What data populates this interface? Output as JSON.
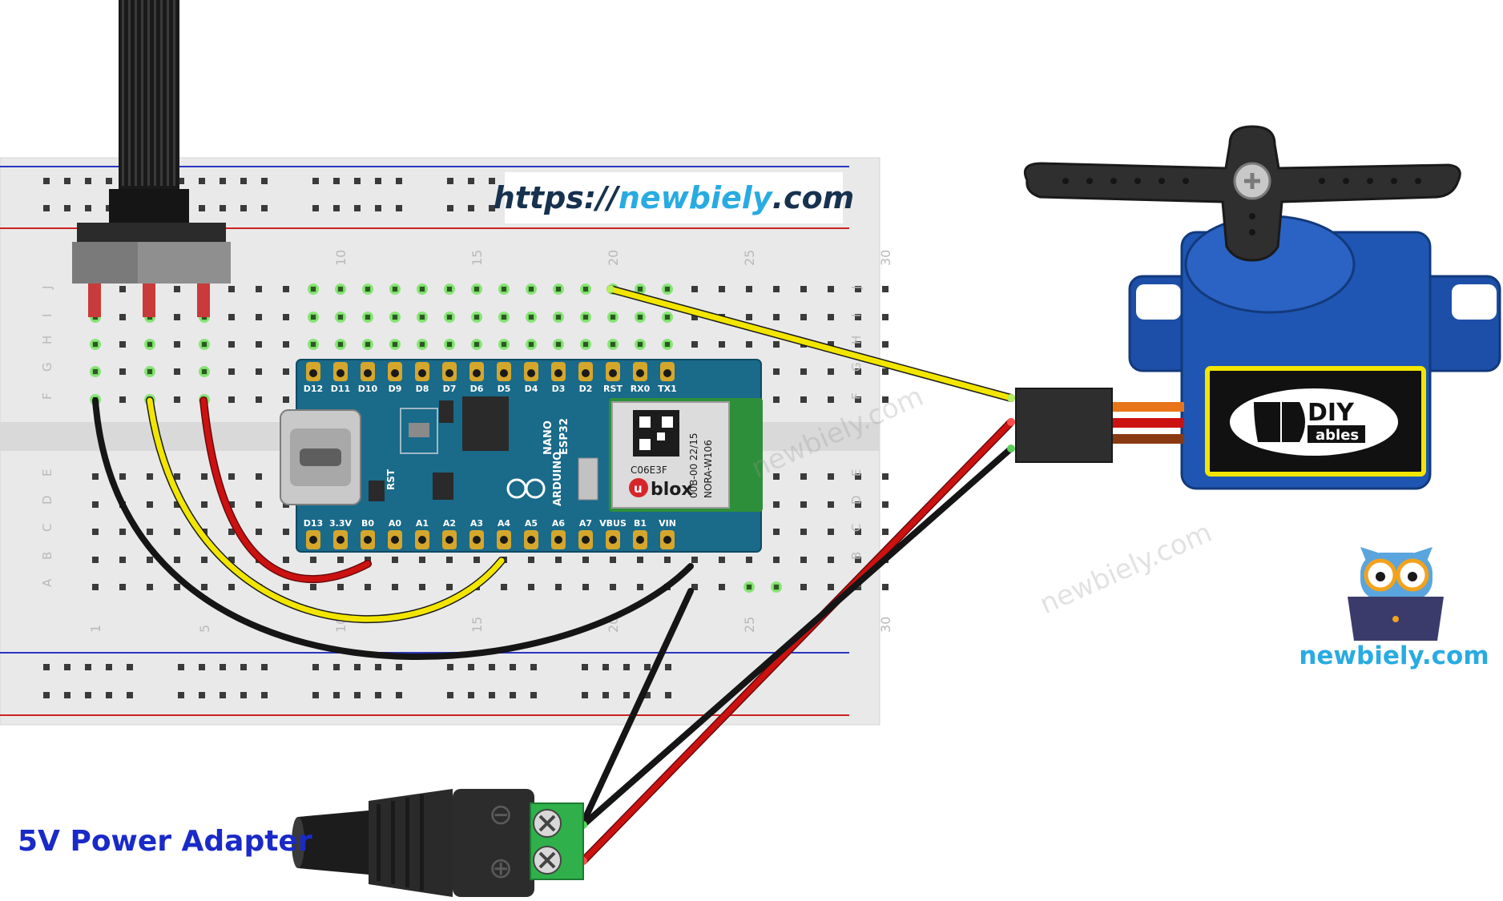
{
  "site_url": {
    "prefix": "https://",
    "domain": "newbiely",
    "suffix": ".com"
  },
  "power_adapter": {
    "label": "5V Power Adapter",
    "minus_symbol": "⊖",
    "plus_symbol": "⊕"
  },
  "brand": {
    "text": "newbiely.com"
  },
  "watermark": {
    "text": "newbiely.com"
  },
  "servo_logo": {
    "line1": "DIY",
    "line2": "ables"
  },
  "breadboard": {
    "column_numbers": [
      "1",
      "5",
      "10",
      "15",
      "20",
      "25",
      "30"
    ],
    "row_letters_top": [
      "J",
      "I",
      "H",
      "G",
      "F"
    ],
    "row_letters_bottom": [
      "E",
      "D",
      "C",
      "B",
      "A"
    ]
  },
  "arduino": {
    "top_pins": [
      "D12",
      "D11",
      "D10",
      "D9",
      "D8",
      "D7",
      "D6",
      "D5",
      "D4",
      "D3",
      "D2",
      "RST",
      "RX0",
      "TX1"
    ],
    "bottom_pins": [
      "D13",
      "3.3V",
      "B0",
      "A0",
      "A1",
      "A2",
      "A3",
      "A4",
      "A5",
      "A6",
      "A7",
      "VBUS",
      "B1",
      "VIN"
    ],
    "board_text": [
      "NANO",
      "ESP32",
      "ARDUINO",
      "RST"
    ],
    "module_text": {
      "vendor": "blox",
      "vendor_mark": "u",
      "code": "C06E3F",
      "model": "NORA-W106",
      "batch": "00B-00 22/15"
    }
  },
  "colors": {
    "wire_red": "#cc1111",
    "wire_black": "#151515",
    "wire_yellow": "#f2e600",
    "wire_orange": "#e8751a",
    "wire_brown": "#8a3a12",
    "servo_blue": "#1d4fa8",
    "board_teal": "#1a6a8a",
    "breadboard": "#e9e9e9",
    "rail_red": "#cc2222",
    "rail_blue": "#2a36c0",
    "terminal_green": "#2fb04a",
    "url_dark": "#17324f",
    "url_accent": "#29abe2",
    "power_label": "#1a2ac8"
  },
  "components": {
    "potentiometer": "potentiometer",
    "servo": "servo-motor",
    "dc_jack": "dc-barrel-jack-adapter",
    "owl_logo": "owl-laptop-mascot-icon"
  }
}
